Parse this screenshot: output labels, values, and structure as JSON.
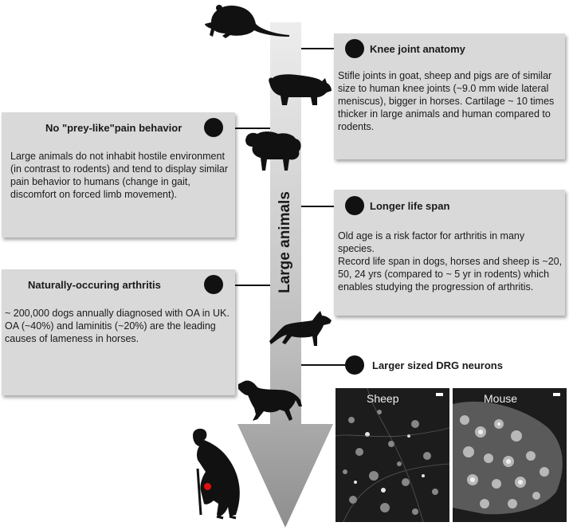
{
  "arrow": {
    "label": "Large animals"
  },
  "boxes": {
    "knee": {
      "title": "Knee joint anatomy",
      "body": "Stifle joints in goat, sheep and pigs are of similar size to human knee joints (~9.0 mm wide lateral meniscus), bigger in horses. Cartilage ~ 10 times thicker in large animals and human compared to rodents."
    },
    "prey": {
      "title": "No \"prey-like\"pain behavior",
      "body": "Large animals do not inhabit hostile environment (in contrast to rodents) and tend to display similar pain behavior to humans (change in gait, discomfort on forced limb movement)."
    },
    "lifespan": {
      "title": "Longer life span",
      "body1": "Old age is a risk factor for arthritis in many species.",
      "body2": "Record life span in dogs, horses and sheep is ~20, 50, 24 yrs (compared to ~ 5 yr in rodents) which enables studying the progression of arthritis."
    },
    "arthritis": {
      "title": "Naturally-occuring arthritis",
      "body": "~ 200,000 dogs annually diagnosed with OA in UK. OA (~40%) and laminitis (~20%) are the leading causes of lameness in horses."
    },
    "drg": {
      "title": "Larger sized DRG neurons"
    }
  },
  "micrographs": {
    "left_label": "Sheep",
    "right_label": "Mouse"
  },
  "animals": [
    "rat-icon",
    "pig-icon",
    "sheep-icon",
    "dog-icon",
    "horse-icon",
    "elderly-person-icon"
  ],
  "colors": {
    "box": "#d9d9d9",
    "joint_marker": "#e01010"
  }
}
